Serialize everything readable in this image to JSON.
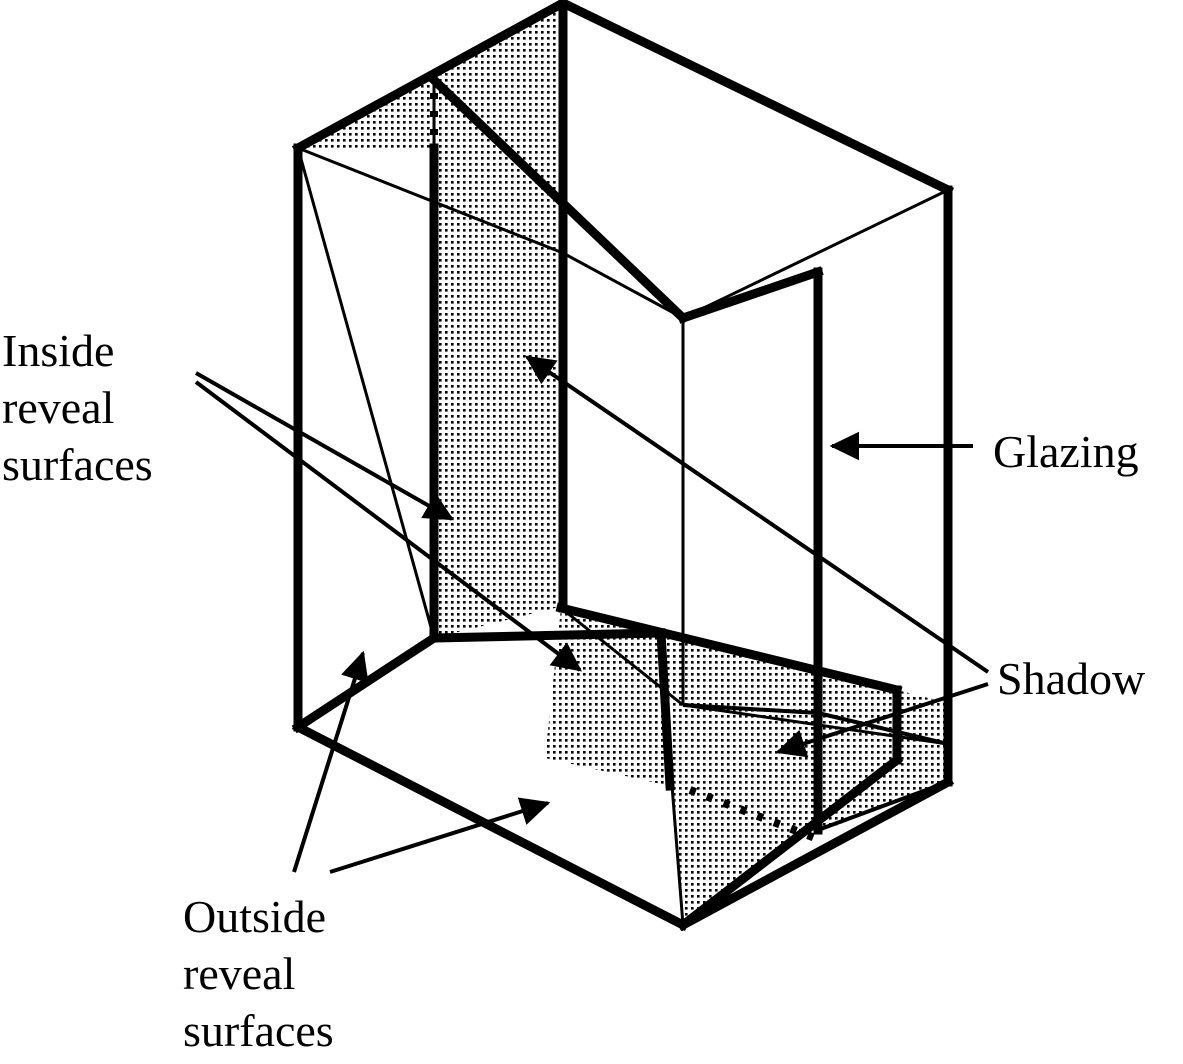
{
  "figure": {
    "title": "Window reveal shadow diagram",
    "type": "isometric-line-drawing",
    "background_color": "#ffffff",
    "line_color": "#000000",
    "shade_color": "#000000",
    "shade_style": "stipple-dot-fill",
    "labels": {
      "inside_reveal": "Inside\nreveal\nsurfaces",
      "outside_reveal": "Outside\nreveal\nsurfaces",
      "glazing": "Glazing",
      "shadow": "Shadow"
    },
    "callouts": [
      {
        "name": "inside-reveal-surfaces",
        "text": "Inside reveal surfaces",
        "leader_count": 2,
        "arrow_targets": [
          "left-inside-jamb",
          "inside-sill"
        ]
      },
      {
        "name": "outside-reveal-surfaces",
        "text": "Outside reveal surfaces",
        "leader_count": 2,
        "arrow_targets": [
          "outside-head-reveal",
          "outside-sill-reveal"
        ]
      },
      {
        "name": "glazing",
        "text": "Glazing",
        "leader_count": 1,
        "arrow_targets": [
          "glazing-plane"
        ]
      },
      {
        "name": "shadow",
        "text": "Shadow",
        "leader_count": 2,
        "arrow_targets": [
          "shaded-jamb-region",
          "shaded-sill-region"
        ]
      }
    ]
  }
}
